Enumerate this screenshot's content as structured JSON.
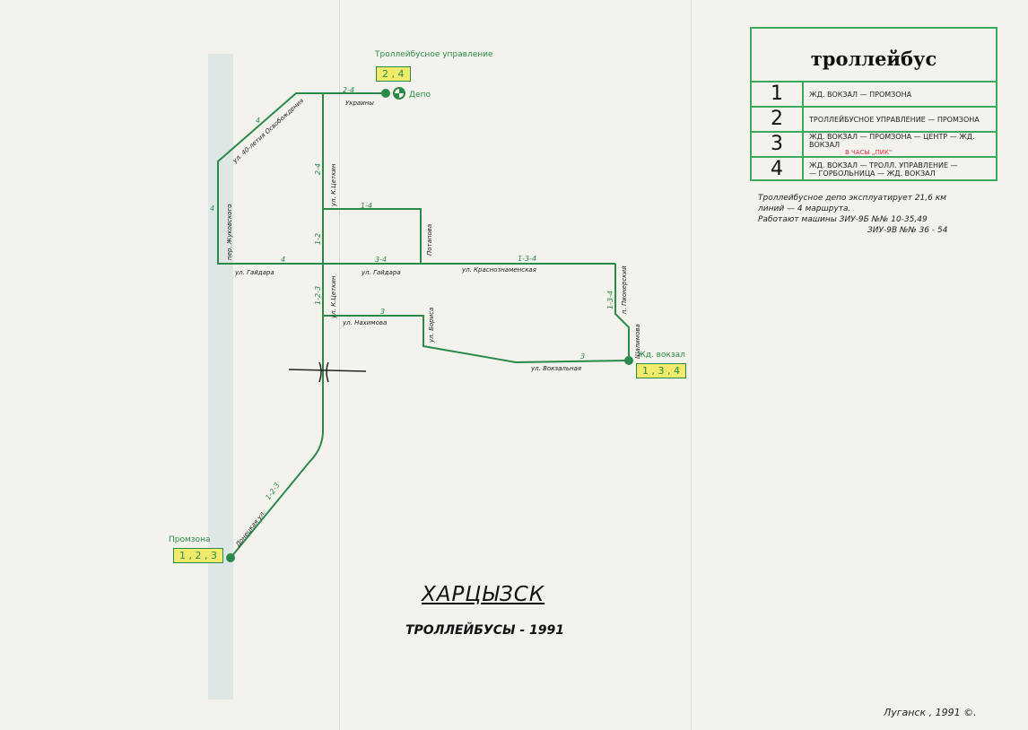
{
  "legend": {
    "title": "троллейбус",
    "routes": [
      {
        "num": "1",
        "desc": "ЖД. ВОКЗАЛ — ПРОМЗОНА",
        "note": ""
      },
      {
        "num": "2",
        "desc": "ТРОЛЛЕЙБУСНОЕ УПРАВЛЕНИЕ — ПРОМЗОНА",
        "note": ""
      },
      {
        "num": "3",
        "desc": "ЖД. ВОКЗАЛ — ПРОМЗОНА — ЦЕНТР — ЖД. ВОКЗАЛ",
        "note": "В ЧАСЫ „ПИК\""
      },
      {
        "num": "4",
        "desc": "ЖД. ВОКЗАЛ — ТРОЛЛ. УПРАВЛЕНИЕ —",
        "desc2": "— ГОРБОЛЬНИЦА — ЖД. ВОКЗАЛ",
        "note": ""
      }
    ]
  },
  "info": [
    "Троллейбусное депо эксплуатирует 21,6 км",
    "линий — 4 маршрута.",
    "Работают машины ЗИУ-9Б №№ 10-35,49",
    "ЗИУ-9В №№ 36 - 54"
  ],
  "stations": {
    "depot_title": "Троллейбусное управление",
    "depot": "Депо",
    "depot_routes": "2 , 4",
    "station": "Жд. вокзал",
    "station_routes": "1 , 3 , 4",
    "promzona": "Промзона",
    "promzona_routes": "1 , 2 , 3"
  },
  "streets": {
    "osvob": "ул. 40-летия Освобождения",
    "ukrainy": "Украины",
    "tsetkin1": "ул. К.Цеткин",
    "tsetkin2": "ул. К.Цеткин",
    "zhukovsky": "пер. Жуковского",
    "gaidara1": "ул. Гайдара",
    "gaidara2": "ул. Гайдара",
    "potapova": "Потапова",
    "krasnozn": "ул. Краснознаменская",
    "pioner": "п. Пионерский",
    "shalimova": "Шалимова",
    "nakhimova": "ул. Нахимова",
    "borisa": "ул. Бориса",
    "vokzal": "ул. Вокзальная",
    "donetsk": "Донецкая ул."
  },
  "route_labels": {
    "a": "2-4",
    "b": "4",
    "c": "2-4",
    "d": "4",
    "e": "1-4",
    "f": "1-2",
    "g": "4",
    "h": "3-4",
    "i": "1-3-4",
    "j": "1-3-4",
    "k": "1-2-3",
    "l": "3",
    "m": "3",
    "n": "1-2-3"
  },
  "title": {
    "city": "ХАРЦЫЗСК",
    "subtitle": "ТРОЛЛЕЙБУСЫ - 1991",
    "credit": "Луганск , 1991 ©."
  }
}
